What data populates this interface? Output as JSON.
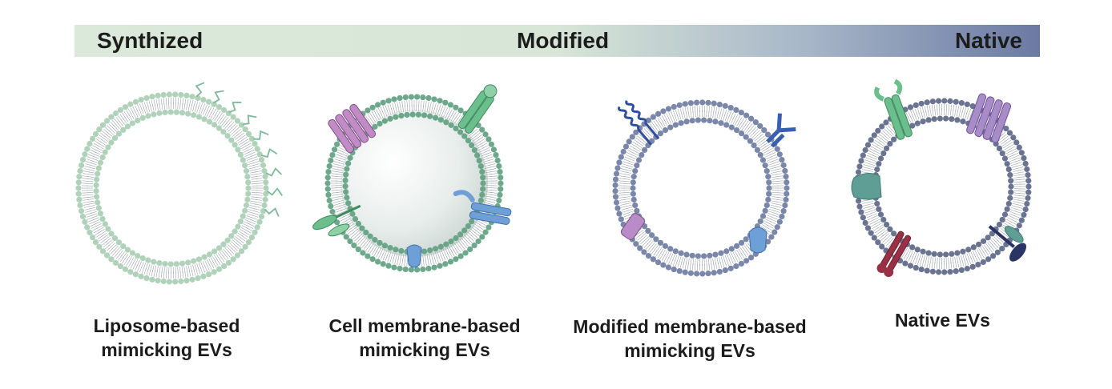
{
  "banner": {
    "left_label": "Synthized",
    "middle_label": "Modified",
    "right_label": "Native"
  },
  "panels": [
    {
      "caption_line1": "Liposome-based",
      "caption_line2": "mimicking EVs"
    },
    {
      "caption_line1": "Cell membrane-based",
      "caption_line2": "mimicking EVs"
    },
    {
      "caption_line1": "Modified membrane-based",
      "caption_line2": "mimicking EVs"
    },
    {
      "caption_line1": "Native EVs",
      "caption_line2": ""
    }
  ],
  "colors": {
    "liposome_membrane": "#a9cdb2",
    "cell_membrane": "#5e9e80",
    "modified_membrane": "#6c7a9e",
    "native_membrane": "#5a6585",
    "pink_protein": "#c18bc6",
    "green_protein": "#6bbf8c",
    "blue_protein": "#6e9fd6",
    "dark_blue_protein": "#2f4f9e",
    "teal_protein": "#5f9e95",
    "red_protein": "#9a3045",
    "purple_protein": "#a88cc8"
  }
}
